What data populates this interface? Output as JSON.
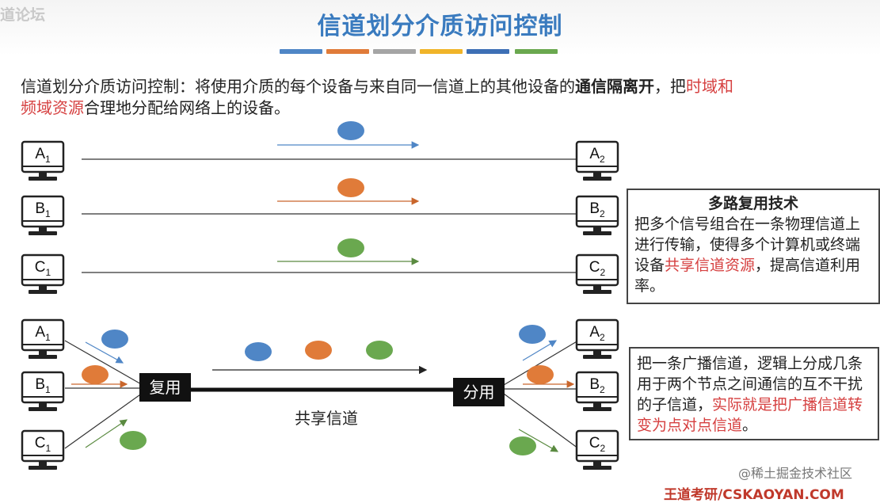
{
  "title": "信道划分介质访问控制",
  "title_bar_colors": [
    "#4f86c6",
    "#e07b39",
    "#a5a5a5",
    "#f0b429",
    "#3d6fb5",
    "#6aa84f"
  ],
  "intro": {
    "part1": "信道划分介质访问控制：将使用介质的每个设备与来自同一信道上的其他设备的",
    "bold": "通信隔离开",
    "part2": "，把",
    "red1": "时域和",
    "red2": "频域资源",
    "part3": "合理地分配给网络上的设备。"
  },
  "nodes_left": [
    {
      "letter": "A",
      "sub": "1"
    },
    {
      "letter": "B",
      "sub": "1"
    },
    {
      "letter": "C",
      "sub": "1"
    }
  ],
  "nodes_right": [
    {
      "letter": "A",
      "sub": "2"
    },
    {
      "letter": "B",
      "sub": "2"
    },
    {
      "letter": "C",
      "sub": "2"
    }
  ],
  "signal_colors": {
    "blue": "#4f86c6",
    "orange": "#e07b39",
    "green": "#6aa84f"
  },
  "mux_label": "复用",
  "demux_label": "分用",
  "shared_channel_label": "共享信道",
  "box1": {
    "heading": "多路复用技术",
    "line1": "把多个信号组合在一条物理信道上进行传输，使得多个计算机或终端设备",
    "red": "共享信道资源",
    "line2": "，提高信道利用率。"
  },
  "box2": {
    "line1": "把一条广播信道，逻辑上分成几条用于两个节点之间通信的互不干扰的子信道，",
    "red": "实际就是把广播信道转变为点对点信道",
    "line2": "。"
  },
  "watermark_top_left": "道论坛",
  "watermark_bottom_right": "@稀土掘金技术社区",
  "brand": "王道考研/CSKAOYAN.COM"
}
